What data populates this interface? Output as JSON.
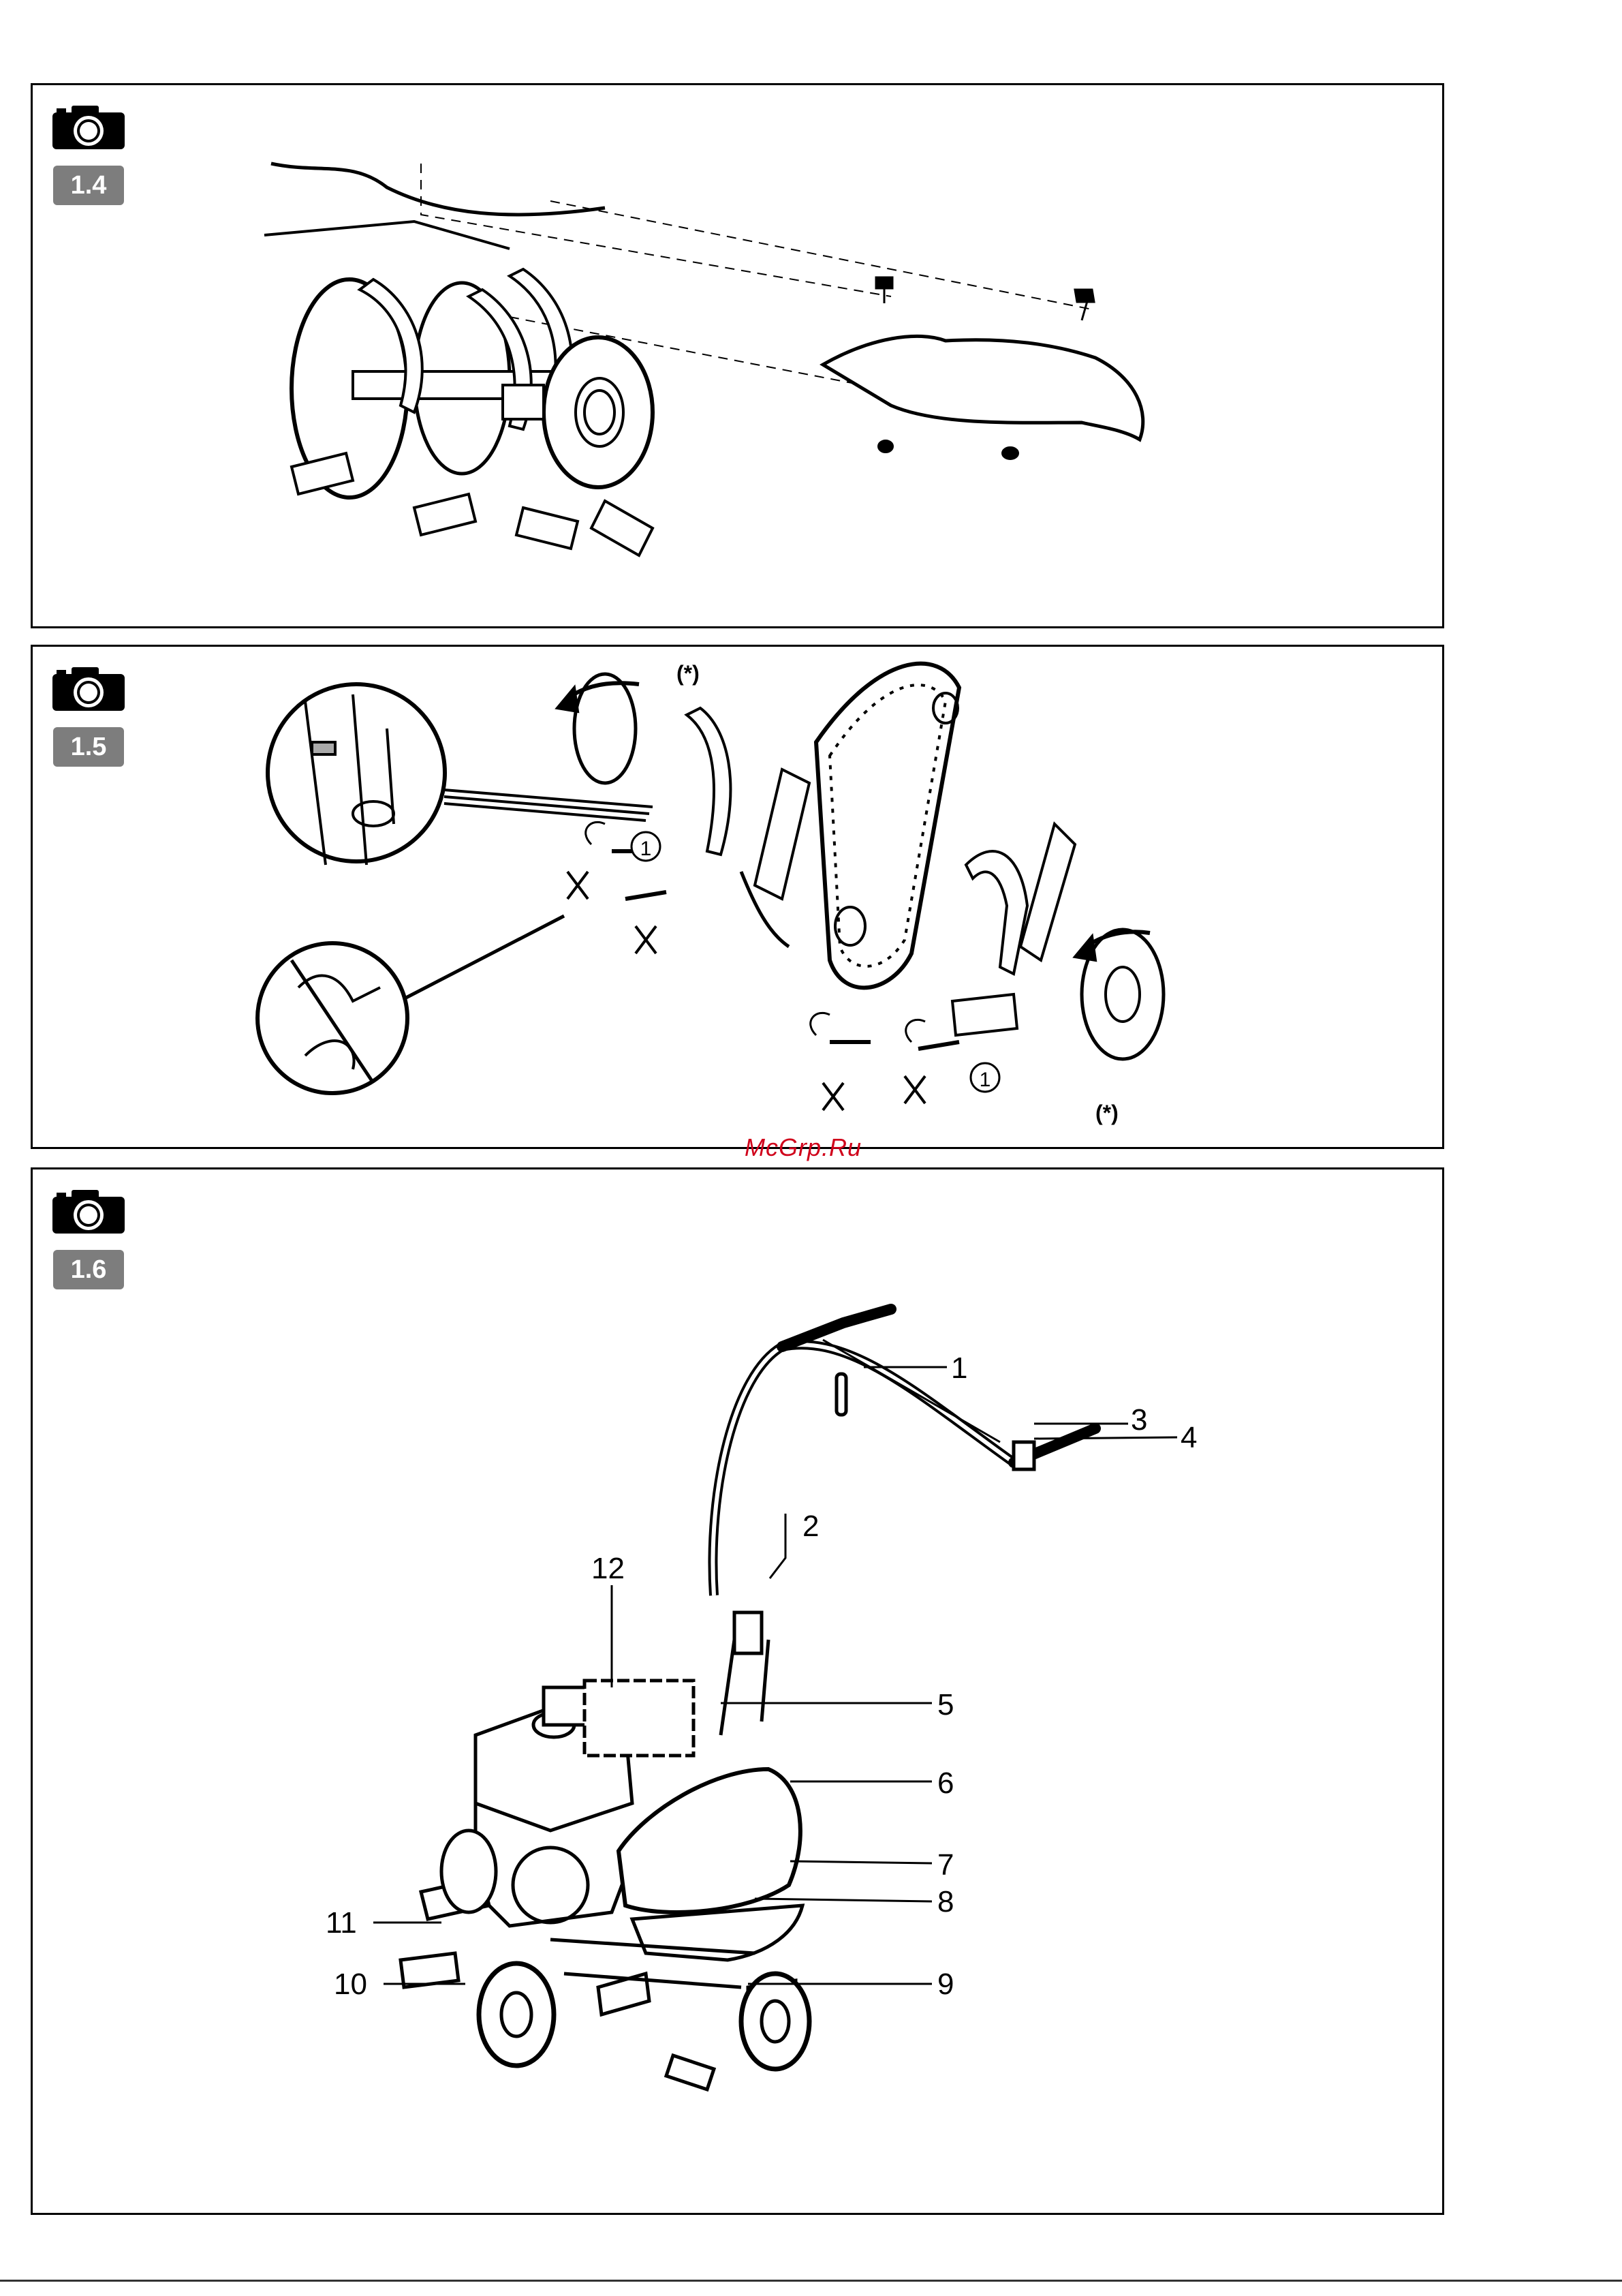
{
  "figures": [
    {
      "id": "fig-1-4",
      "label": "1.4"
    },
    {
      "id": "fig-1-5",
      "label": "1.5",
      "callout_marker": "1",
      "asterisk": "(*)"
    },
    {
      "id": "fig-1-6",
      "label": "1.6",
      "callouts": [
        "1",
        "2",
        "3",
        "4",
        "5",
        "6",
        "7",
        "8",
        "9",
        "10",
        "11",
        "12"
      ]
    }
  ],
  "watermark": "McGrp.Ru",
  "icons": {
    "figure_icon": "camera-icon"
  }
}
